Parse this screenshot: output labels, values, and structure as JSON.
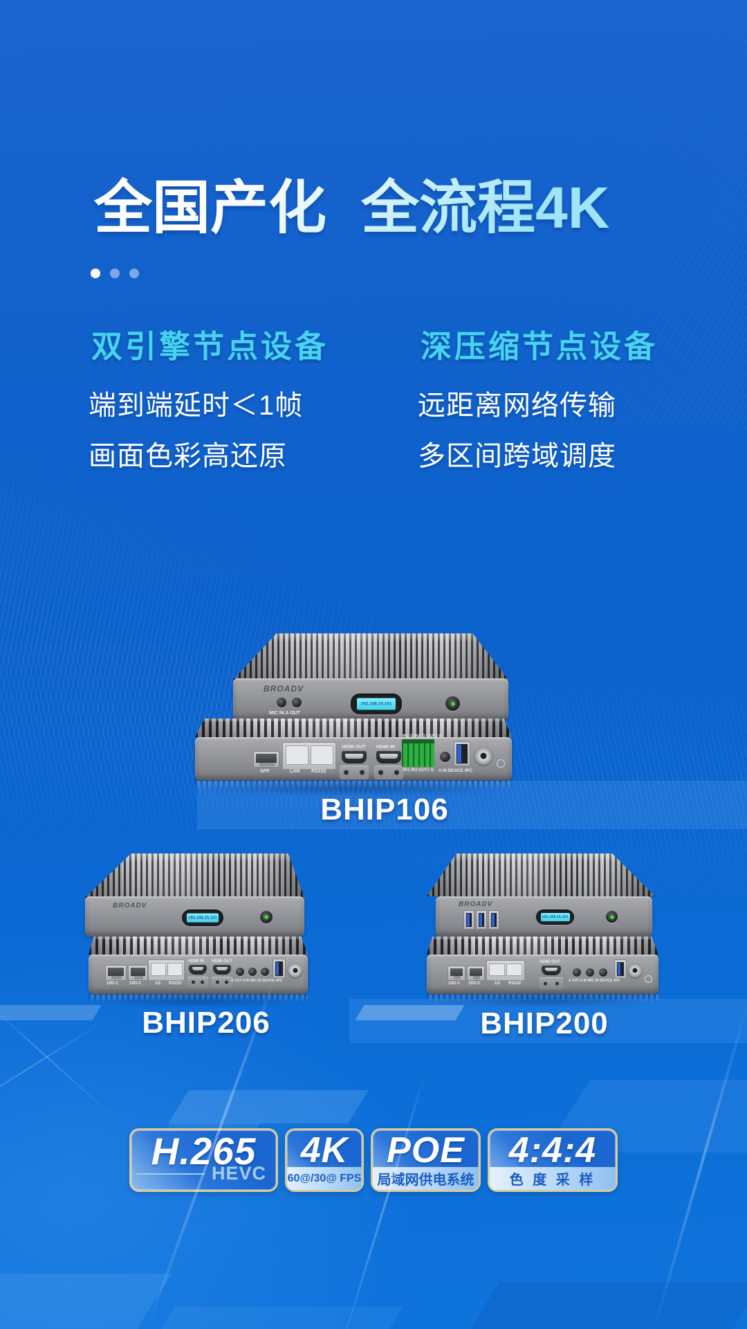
{
  "title": {
    "part1": "全国产化",
    "part2": "全流程4K"
  },
  "columns": [
    {
      "heading": "双引擎节点设备",
      "line1": "端到端延时＜1帧",
      "line2": "画面色彩高还原"
    },
    {
      "heading": "深压缩节点设备",
      "line1": "远距离网络传输",
      "line2": "多区间跨域调度"
    }
  ],
  "devices": [
    {
      "model": "BHIP106",
      "brand": "BROADV",
      "lcd_ip": "192.168.15.101",
      "labels": {
        "mic": "MIC IN A OUT",
        "sfp": "SFP",
        "lan": "LAN",
        "rs232": "RS232",
        "hdmi_out": "HDMI  OUT",
        "hdmi_in": "HDMI  IN",
        "phoenix_top": "IN1 G IN2 G OUT2 G",
        "phoenix_bottom": "IR1   IR2   OUT1 G",
        "a_in": "A IN DEVICE 4PC"
      }
    },
    {
      "model": "BHIP206",
      "brand": "BROADV",
      "lcd_ip": "192.168.15.101",
      "labels": {
        "sfp1": "10G-1",
        "sfp2": "10G-2",
        "lan": "1G",
        "rs232": "RS232",
        "hdmi_in": "HDMI  IN",
        "hdmi_out": "HDMI  OUT",
        "audio": "A OUT    A IN    MIC IN DEVICE 4PC"
      }
    },
    {
      "model": "BHIP200",
      "brand": "BROADV",
      "lcd_ip": "192.168.15.101",
      "labels": {
        "sfp1": "10G-1",
        "sfp2": "10G-2",
        "lan": "1G",
        "rs232": "RS232",
        "hdmi_out": "HDMI  OUT",
        "audio": "A OUT    A IN    MIC IN DEVICE 4PC"
      }
    }
  ],
  "badges": [
    {
      "title": "H.265",
      "subtitle": "HEVC"
    },
    {
      "title": "4K",
      "subtitle": "60@/30@ FPS"
    },
    {
      "title": "POE",
      "subtitle": "局域网供电系统"
    },
    {
      "title": "4:4:4",
      "subtitle": "色 度 采 样"
    }
  ],
  "colors": {
    "background_top": "#1a64cf",
    "background_bottom": "#0e74dc",
    "heading_cyan": "#47d3f2",
    "title_gradient_end": "#9fe4f8",
    "badge_border_gold": "#d9cb9c",
    "badge_band_text": "#1a5cc2",
    "lcd_screen": "#41d2e8",
    "power_led_green": "#4fe23e"
  }
}
